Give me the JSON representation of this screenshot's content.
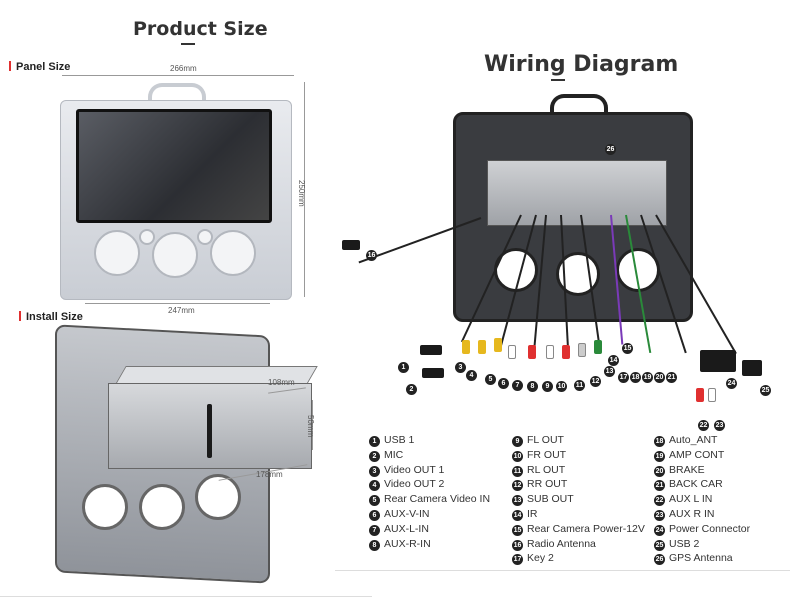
{
  "product_size": {
    "title": "Product Size",
    "panel_label": "Panel Size",
    "install_label": "Install Size",
    "panel_width_top": "266mm",
    "panel_height": "250mm",
    "panel_width_bottom": "247mm",
    "install_height": "108mm",
    "install_depth": "50mm",
    "install_width": "178mm"
  },
  "wiring": {
    "title": "Wiring Diagram",
    "legend": [
      {
        "num": "1",
        "label": "USB 1"
      },
      {
        "num": "2",
        "label": "MIC"
      },
      {
        "num": "3",
        "label": "Video OUT 1"
      },
      {
        "num": "4",
        "label": "Video OUT 2"
      },
      {
        "num": "5",
        "label": "Rear Camera Video IN"
      },
      {
        "num": "6",
        "label": "AUX-V-IN"
      },
      {
        "num": "7",
        "label": "AUX-L-IN"
      },
      {
        "num": "8",
        "label": "AUX-R-IN"
      },
      {
        "num": "9",
        "label": "FL OUT"
      },
      {
        "num": "10",
        "label": "FR OUT"
      },
      {
        "num": "11",
        "label": "RL OUT"
      },
      {
        "num": "12",
        "label": "RR OUT"
      },
      {
        "num": "13",
        "label": "SUB OUT"
      },
      {
        "num": "14",
        "label": "IR"
      },
      {
        "num": "15",
        "label": "Rear Camera Power-12V"
      },
      {
        "num": "16",
        "label": "Radio Antenna"
      },
      {
        "num": "17",
        "label": "Key 2"
      },
      {
        "num": "18",
        "label": "Auto_ANT"
      },
      {
        "num": "19",
        "label": "AMP  CONT"
      },
      {
        "num": "20",
        "label": "BRAKE"
      },
      {
        "num": "21",
        "label": "BACK CAR"
      },
      {
        "num": "22",
        "label": "AUX L IN"
      },
      {
        "num": "23",
        "label": "AUX R IN"
      },
      {
        "num": "24",
        "label": "Power Connector"
      },
      {
        "num": "25",
        "label": "USB 2"
      },
      {
        "num": "26",
        "label": "GPS Antenna"
      }
    ],
    "callouts": {
      "c1": "1",
      "c2": "2",
      "c3": "3",
      "c4": "4",
      "c5": "5",
      "c6": "6",
      "c7": "7",
      "c8": "8",
      "c9": "9",
      "c10": "10",
      "c11": "11",
      "c12": "12",
      "c13": "13",
      "c14": "14",
      "c15": "15",
      "c16": "16",
      "c17": "17",
      "c18": "18",
      "c19": "19",
      "c20": "20",
      "c21": "21",
      "c22": "22",
      "c23": "23",
      "c24": "24",
      "c25": "25",
      "c26": "26"
    }
  }
}
